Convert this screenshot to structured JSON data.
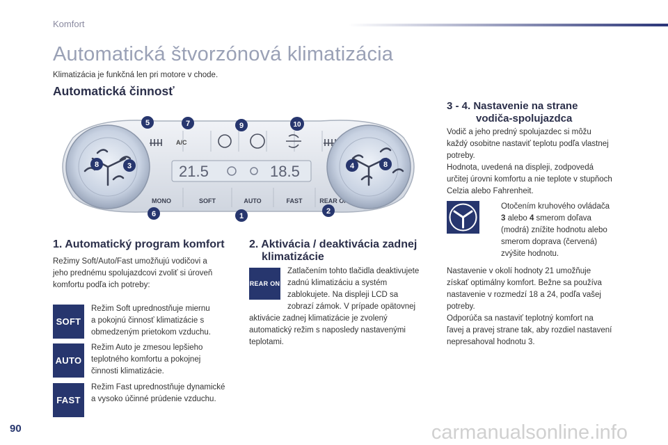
{
  "header": {
    "section": "Komfort"
  },
  "page": {
    "title": "Automatická štvorzónová klimatizácia",
    "intro": "Klimatizácia je funkčná len pri motore v chode.",
    "number": "90"
  },
  "auto": {
    "heading": "Automatická činnosť"
  },
  "panel": {
    "temp_left": "21.5",
    "temp_right": "18.5",
    "buttons": [
      "A/C",
      "MONO",
      "SOFT",
      "AUTO",
      "FAST",
      "REAR ON"
    ],
    "callouts": [
      "5",
      "7",
      "9",
      "10",
      "8",
      "3",
      "4",
      "8",
      "6",
      "1",
      "2"
    ],
    "colors": {
      "panel": "#dde2ea",
      "knob": "#c9d3e2",
      "callout": "#27366e"
    }
  },
  "s1": {
    "heading": "1. Automatický program komfort",
    "text": [
      "Režimy Soft/Auto/Fast umožňujú vodičovi a",
      "jeho prednému spolujazdcovi zvoliť si úroveň",
      "komfortu podľa ich potreby:"
    ],
    "modes": [
      {
        "badge": "SOFT",
        "lines": [
          "Režim Soft uprednostňuje miernu",
          "a pokojnú činnosť klimatizácie s",
          "obmedzeným prietokom vzduchu."
        ]
      },
      {
        "badge": "AUTO",
        "lines": [
          "Režim Auto je zmesou lepšieho",
          "teplotného komfortu a pokojnej",
          "činnosti klimatizácie."
        ]
      },
      {
        "badge": "FAST",
        "lines": [
          "Režim Fast uprednostňuje dynamické",
          "a vysoko účinné prúdenie vzduchu."
        ]
      }
    ]
  },
  "s2": {
    "heading_1": "2. Aktivácia / deaktivácia zadnej",
    "heading_2": "klimatizácie",
    "badge": "REAR ON",
    "text_right": [
      "Zatlačením tohto tlačidla deaktivujete",
      "zadnú klimatizáciu a systém",
      "zablokujete. Na displeji LCD sa",
      "zobrazí zámok. V prípade opätovnej"
    ],
    "text_full": [
      "aktivácie zadnej klimatizácie je zvolený",
      "automatický režim s naposledy nastavenými",
      "teplotami."
    ]
  },
  "s3": {
    "heading_1": "3 - 4. Nastavenie na strane",
    "heading_2": "vodiča-spolujazdca",
    "p1": [
      "Vodič a jeho predný spolujazdec si môžu",
      "každý osobitne nastaviť teplotu podľa vlastnej",
      "potreby.",
      "Hodnota, uvedená na displeji, zodpovedá",
      "určitej úrovni komfortu a nie teplote v stupňoch",
      "Celzia alebo Fahrenheit."
    ],
    "bullet_glyph": "",
    "bullet_line1": "Otočením kruhového ovládača",
    "bullet_line2": [
      {
        "text": "3",
        "bold": true
      },
      {
        "text": " alebo ",
        "bold": false
      },
      {
        "text": "4",
        "bold": true
      },
      {
        "text": " smerom doľava",
        "bold": false
      }
    ],
    "bullet_lines": [
      "(modrá) znížite hodnotu alebo",
      "smerom doprava (červená)",
      "zvýšite hodnotu."
    ],
    "p2": [
      "Nastavenie v okolí hodnoty 21 umožňuje",
      "získať optimálny komfort. Bežne sa používa",
      "nastavenie v rozmedzí 18 a 24, podľa vašej",
      "potreby.",
      "Odporúča sa nastaviť teplotný komfort na",
      "ľavej a pravej strane tak, aby rozdiel nastavení",
      "nepresahoval hodnotu 3."
    ]
  },
  "watermark": "carmanualsonline.info"
}
